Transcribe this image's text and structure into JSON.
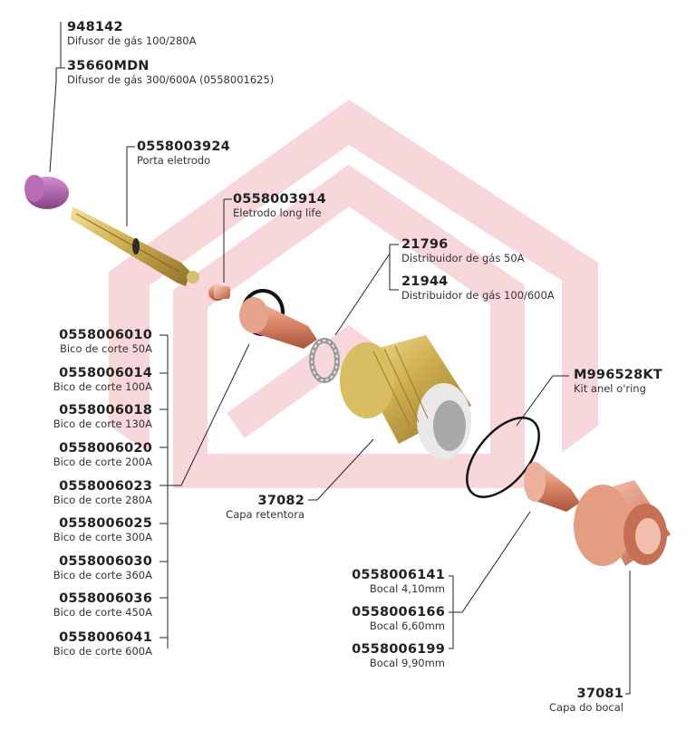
{
  "colors": {
    "watermark": "#f4c2c6",
    "copper": "#d98a6e",
    "brass": "#c9a84a",
    "purple": "#a05a9a",
    "leader": "#222222"
  },
  "labels": {
    "p948142": {
      "code": "948142",
      "desc": "Difusor de gás 100/280A"
    },
    "p35660": {
      "code": "35660MDN",
      "desc": "Difusor de gás 300/600A (0558001625)"
    },
    "p3924": {
      "code": "0558003924",
      "desc": "Porta eletrodo"
    },
    "p3914": {
      "code": "0558003914",
      "desc": "Eletrodo long life"
    },
    "p21796": {
      "code": "21796",
      "desc": "Distribuidor de gás 50A"
    },
    "p21944": {
      "code": "21944",
      "desc": "Distribuidor de gás 100/600A"
    },
    "pM996": {
      "code": "M996528KT",
      "desc": "Kit anel o'ring"
    },
    "p37082": {
      "code": "37082",
      "desc": "Capa retentora"
    },
    "p6141": {
      "code": "0558006141",
      "desc": "Bocal 4,10mm"
    },
    "p6166": {
      "code": "0558006166",
      "desc": "Bocal 6,60mm"
    },
    "p6199": {
      "code": "0558006199",
      "desc": "Bocal 9,90mm"
    },
    "p37081": {
      "code": "37081",
      "desc": "Capa do bocal"
    }
  },
  "tips": [
    {
      "code": "0558006010",
      "desc": "Bico de corte 50A"
    },
    {
      "code": "0558006014",
      "desc": "Bico de corte 100A"
    },
    {
      "code": "0558006018",
      "desc": "Bico de corte 130A"
    },
    {
      "code": "0558006020",
      "desc": "Bico de corte 200A"
    },
    {
      "code": "0558006023",
      "desc": "Bico de corte 280A"
    },
    {
      "code": "0558006025",
      "desc": "Bico de corte 300A"
    },
    {
      "code": "0558006030",
      "desc": "Bico de corte 360A"
    },
    {
      "code": "0558006036",
      "desc": "Bico de corte 450A"
    },
    {
      "code": "0558006041",
      "desc": "Bico de corte 600A"
    }
  ]
}
